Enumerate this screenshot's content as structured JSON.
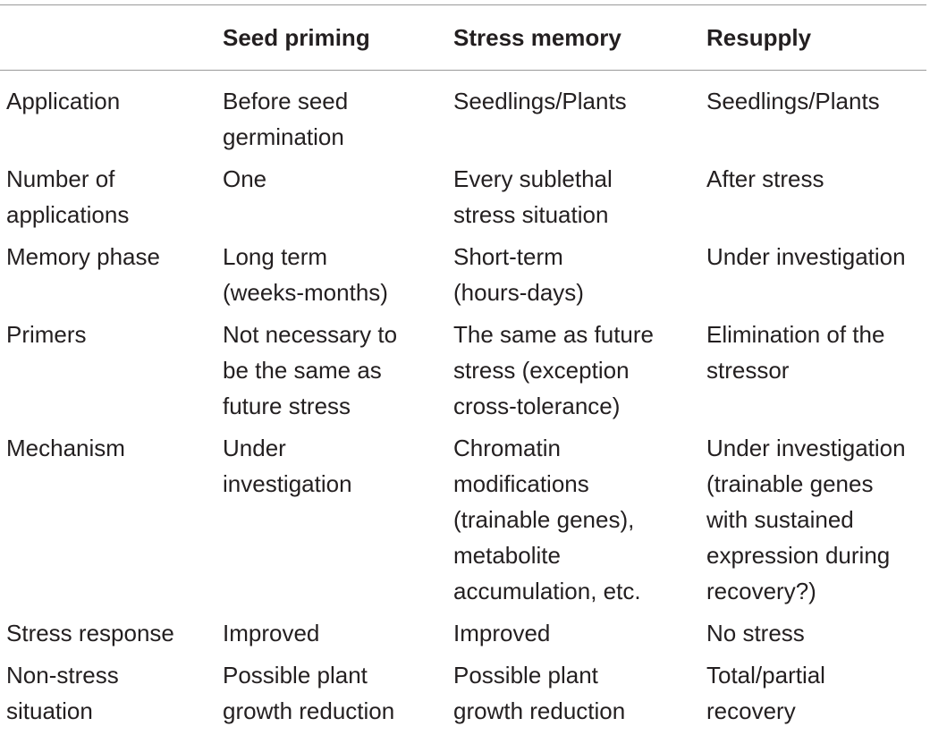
{
  "table": {
    "headers": [
      "",
      "Seed priming",
      "Stress memory",
      "Resupply"
    ],
    "rows": [
      [
        "Application",
        "Before seed\ngermination",
        "Seedlings/Plants",
        "Seedlings/Plants"
      ],
      [
        "Number of\napplications",
        "One",
        "Every sublethal\nstress situation",
        "After stress"
      ],
      [
        "Memory phase",
        "Long term\n(weeks-months)",
        "Short-term\n(hours-days)",
        "Under investigation"
      ],
      [
        "Primers",
        "Not necessary to\nbe the same as\nfuture stress",
        "The same as future\nstress (exception\ncross-tolerance)",
        "Elimination of the\nstressor"
      ],
      [
        "Mechanism",
        "Under\ninvestigation",
        "Chromatin\nmodifications\n(trainable genes),\nmetabolite\naccumulation, etc.",
        "Under investigation\n(trainable genes\nwith sustained\nexpression during\nrecovery?)"
      ],
      [
        "Stress response",
        "Improved",
        "Improved",
        "No stress"
      ],
      [
        "Non-stress\nsituation",
        "Possible plant\ngrowth reduction",
        "Possible plant\ngrowth reduction",
        "Total/partial\nrecovery"
      ]
    ]
  }
}
